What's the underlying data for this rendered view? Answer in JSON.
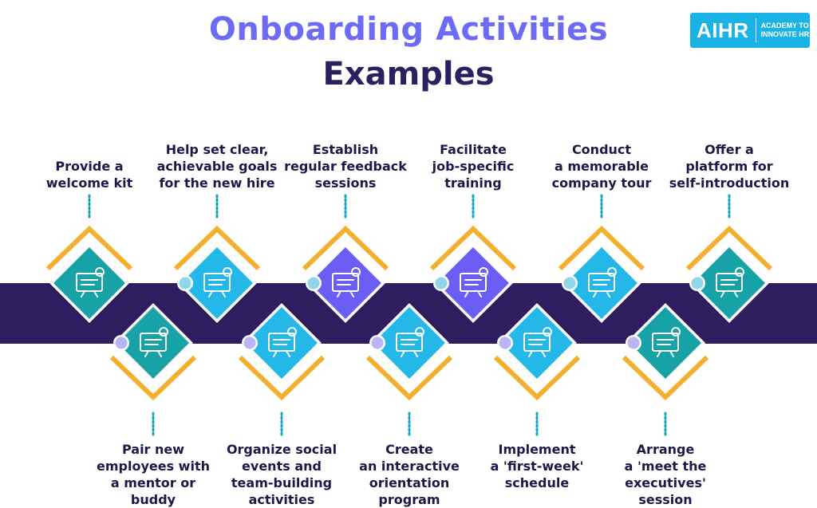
{
  "title": {
    "line1": "Onboarding Activities",
    "line2": "Examples"
  },
  "logo": {
    "name": "AIHR",
    "tagline_line1": "ACADEMY TO",
    "tagline_line2": "INNOVATE HR"
  },
  "colors": {
    "band": "#2e1e60",
    "chevron": "#f2b02e",
    "teal": "#16a2a6",
    "sky": "#24b8e8",
    "violet": "#6c5ef5",
    "dots": "#17a6b8"
  },
  "activities": [
    {
      "position": "top",
      "color": "teal",
      "icon": "gift-box-icon",
      "label": "Provide a\nwelcome kit"
    },
    {
      "position": "bottom",
      "color": "teal",
      "icon": "mentor-question-icon",
      "label": "Pair new\nemployees with\na mentor or\nbuddy"
    },
    {
      "position": "top",
      "color": "sky",
      "icon": "goal-board-icon",
      "label": "Help set clear,\nachievable goals\nfor the new hire"
    },
    {
      "position": "bottom",
      "color": "sky",
      "icon": "team-people-icon",
      "label": "Organize social\nevents and\nteam-building\nactivities"
    },
    {
      "position": "top",
      "color": "violet",
      "icon": "feedback-person-icon",
      "label": "Establish\nregular feedback\nsessions"
    },
    {
      "position": "bottom",
      "color": "sky",
      "icon": "presentation-screen-icon",
      "label": "Create\nan interactive\norientation\nprogram"
    },
    {
      "position": "top",
      "color": "violet",
      "icon": "training-chart-icon",
      "label": "Facilitate\njob-specific\ntraining"
    },
    {
      "position": "bottom",
      "color": "sky",
      "icon": "calendar-schedule-icon",
      "label": "Implement\na 'first-week'\nschedule"
    },
    {
      "position": "top",
      "color": "sky",
      "icon": "office-building-icon",
      "label": "Conduct\na memorable\ncompany tour"
    },
    {
      "position": "bottom",
      "color": "teal",
      "icon": "executives-meeting-icon",
      "label": "Arrange\na 'meet the\nexecutives'\nsession"
    },
    {
      "position": "top",
      "color": "teal",
      "icon": "self-intro-computer-icon",
      "label": "Offer a\nplatform for\nself-introduction"
    }
  ]
}
